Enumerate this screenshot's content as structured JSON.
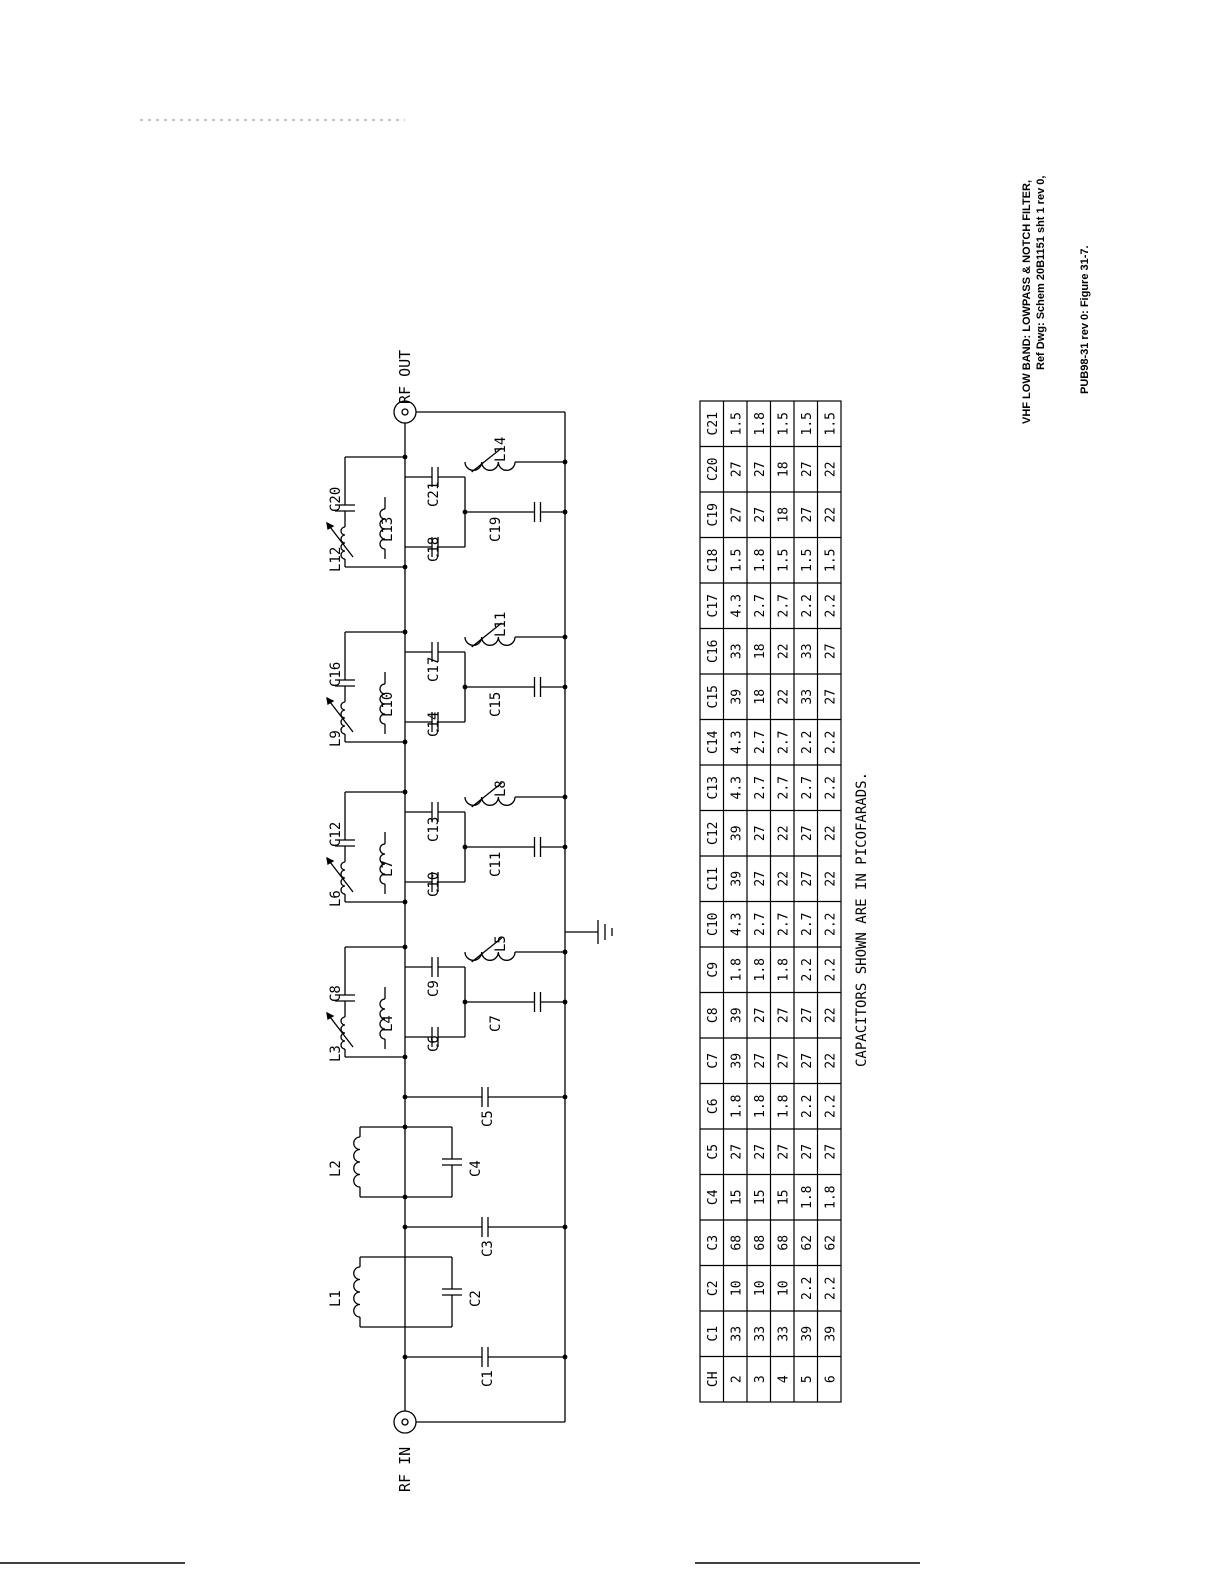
{
  "connectors": {
    "rf_in": "RF IN",
    "rf_out": "RF OUT"
  },
  "components": {
    "C1": "C1",
    "C2": "C2",
    "C3": "C3",
    "C4": "C4",
    "C5": "C5",
    "C6": "C6",
    "C7": "C7",
    "C8": "C8",
    "C9": "C9",
    "C10": "C10",
    "C11": "C11",
    "C12": "C12",
    "C13": "C13",
    "C14": "C14",
    "C15": "C15",
    "C16": "C16",
    "C17": "C17",
    "C18": "C18",
    "C19": "C19",
    "C20": "C20",
    "C21": "C21",
    "L1": "L1",
    "L2": "L2",
    "L3": "L3",
    "L4": "L4",
    "L5": "L5",
    "L6": "L6",
    "L7": "L7",
    "L8": "L8",
    "L9": "L9",
    "L10": "L10",
    "L11": "L11",
    "L12": "L12",
    "L13": "L13",
    "L14": "L14"
  },
  "note": "CAPACITORS SHOWN ARE IN PICOFARADS.",
  "table": {
    "headers": [
      "CH",
      "C1",
      "C2",
      "C3",
      "C4",
      "C5",
      "C6",
      "C7",
      "C8",
      "C9",
      "C10",
      "C11",
      "C12",
      "C13",
      "C14",
      "C15",
      "C16",
      "C17",
      "C18",
      "C19",
      "C20",
      "C21"
    ],
    "rows": [
      [
        "2",
        "33",
        "10",
        "68",
        "15",
        "27",
        "1.8",
        "39",
        "39",
        "1.8",
        "4.3",
        "39",
        "39",
        "4.3",
        "4.3",
        "39",
        "33",
        "4.3",
        "1.5",
        "27",
        "27",
        "1.5"
      ],
      [
        "3",
        "33",
        "10",
        "68",
        "15",
        "27",
        "1.8",
        "27",
        "27",
        "1.8",
        "2.7",
        "27",
        "27",
        "2.7",
        "2.7",
        "18",
        "18",
        "2.7",
        "1.8",
        "27",
        "27",
        "1.8"
      ],
      [
        "4",
        "33",
        "10",
        "68",
        "15",
        "27",
        "1.8",
        "27",
        "27",
        "1.8",
        "2.7",
        "22",
        "22",
        "2.7",
        "2.7",
        "22",
        "22",
        "2.7",
        "1.5",
        "18",
        "18",
        "1.5"
      ],
      [
        "5",
        "39",
        "2.2",
        "62",
        "1.8",
        "27",
        "2.2",
        "27",
        "27",
        "2.2",
        "2.7",
        "27",
        "27",
        "2.7",
        "2.2",
        "33",
        "33",
        "2.2",
        "1.5",
        "27",
        "27",
        "1.5"
      ],
      [
        "6",
        "39",
        "2.2",
        "62",
        "1.8",
        "27",
        "2.2",
        "22",
        "22",
        "2.2",
        "2.2",
        "22",
        "22",
        "2.2",
        "2.2",
        "27",
        "27",
        "2.2",
        "1.5",
        "22",
        "22",
        "1.5"
      ]
    ]
  },
  "caption": {
    "line1": "VHF LOW BAND: LOWPASS & NOTCH FILTER,",
    "line2": "Ref Dwg: Schem 20B1151 sht 1 rev 0,",
    "line3": "PUB98-31 rev 0:    Figure 31-7."
  }
}
